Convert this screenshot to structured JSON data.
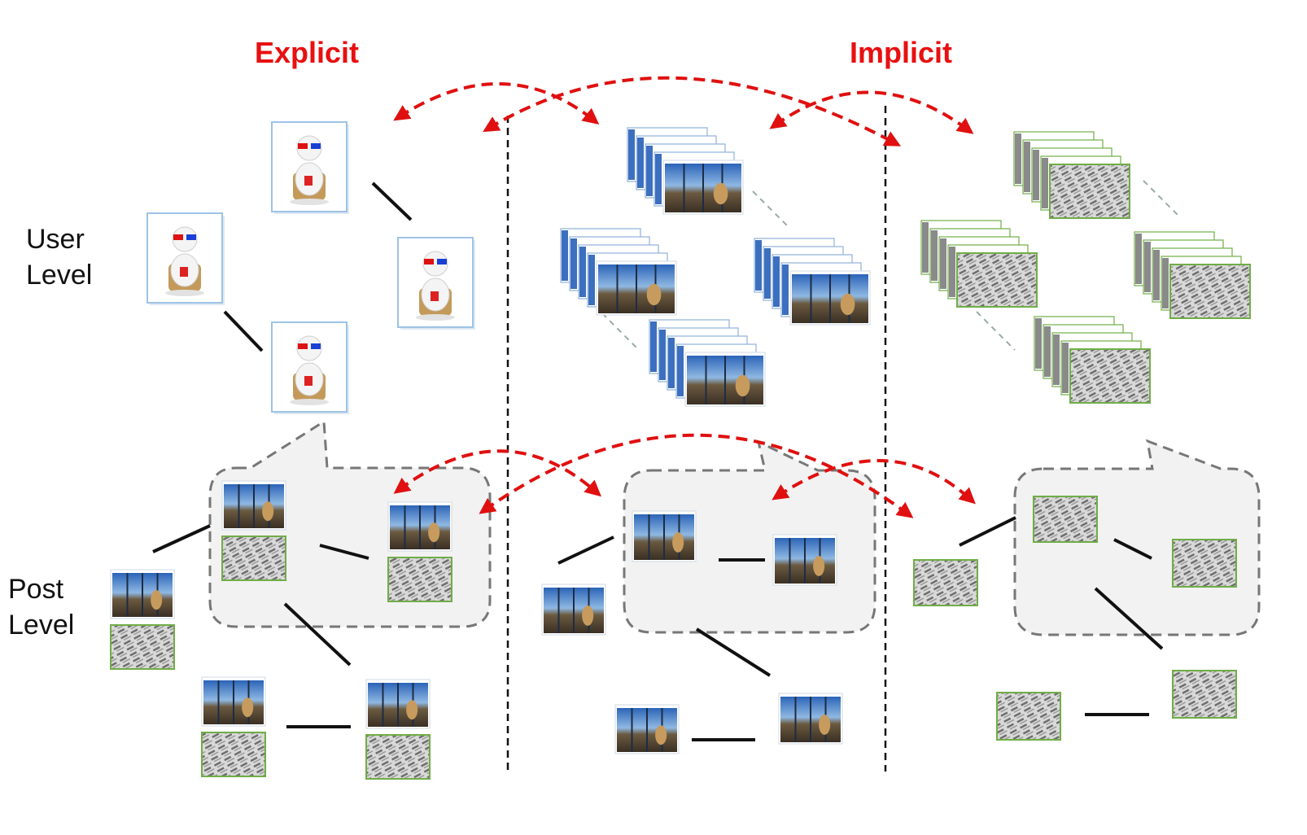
{
  "headers": {
    "explicit": "Explicit",
    "implicit": "Implicit"
  },
  "row_labels": {
    "user": [
      "User",
      "Level"
    ],
    "post": [
      "Post",
      "Level"
    ]
  },
  "colors": {
    "arrow": "#e01010",
    "divider": "#111111",
    "bubble_fill": "#f2f2f2",
    "bubble_stroke": "#777777",
    "user_frame": "#9dc3e6",
    "photo_frame": "#ffffff",
    "text_frame": "#70ad47",
    "edge": "#111111",
    "weak_edge": "#9aaaa6"
  },
  "icons": {
    "user": "cartoon-person-3d-glasses-icon",
    "photo": "dog-photo-strip-icon",
    "text": "word-cloud-text-icon"
  }
}
